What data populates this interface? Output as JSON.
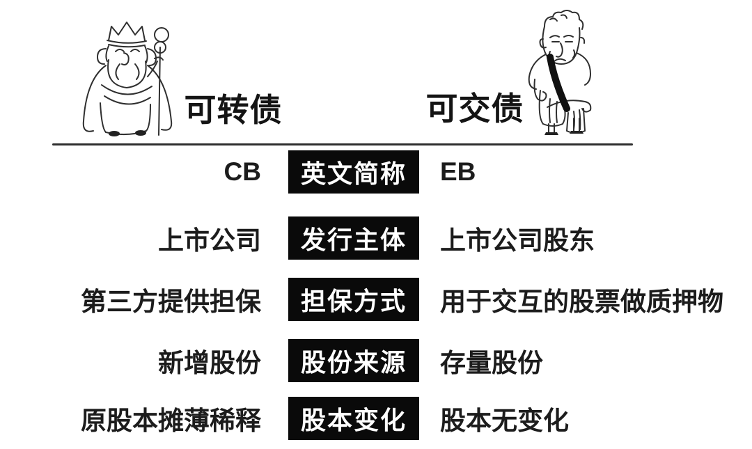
{
  "colors": {
    "background": "#ffffff",
    "text": "#1c1c1c",
    "attribute_box_background": "#0a0a0a",
    "attribute_box_text": "#ffffff",
    "divider": "#2e2e2e"
  },
  "header": {
    "left_title": "可转债",
    "right_title": "可交债",
    "left_illustration": "king-cartoon-icon",
    "right_illustration": "roman-toga-cartoon-icon"
  },
  "comparison": {
    "rows": [
      {
        "attribute": "英文简称",
        "convertible_bond": "CB",
        "exchangeable_bond": "EB"
      },
      {
        "attribute": "发行主体",
        "convertible_bond": "上市公司",
        "exchangeable_bond": "上市公司股东"
      },
      {
        "attribute": "担保方式",
        "convertible_bond": "第三方提供担保",
        "exchangeable_bond": "用于交互的股票做质押物"
      },
      {
        "attribute": "股份来源",
        "convertible_bond": "新增股份",
        "exchangeable_bond": "存量股份"
      },
      {
        "attribute": "股本变化",
        "convertible_bond": "原股本摊薄稀释",
        "exchangeable_bond": "股本无变化"
      }
    ]
  }
}
